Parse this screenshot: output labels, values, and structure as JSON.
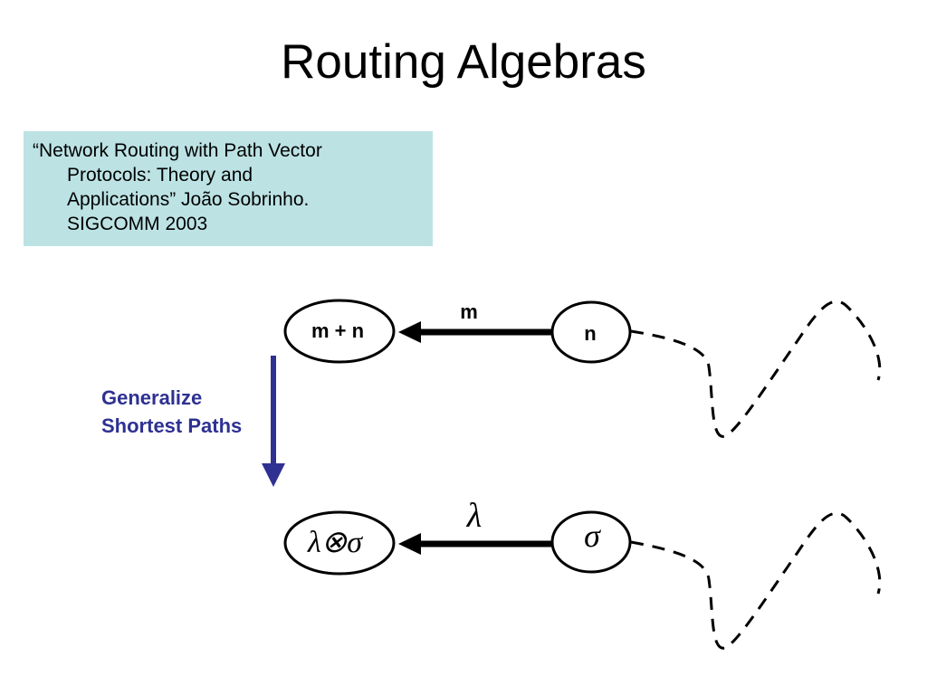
{
  "slide": {
    "title": "Routing Algebras"
  },
  "citation": {
    "lines": [
      "“Network Routing with Path Vector",
      "Protocols: Theory and",
      "Applications” João Sobrinho.",
      "SIGCOMM 2003"
    ]
  },
  "top_diagram": {
    "left_node_label": "m + n",
    "right_node_label": "n",
    "edge_label": "m"
  },
  "generalize": {
    "line1": "Generalize",
    "line2": "Shortest Paths"
  },
  "bottom_diagram": {
    "left_node_label": "λ⊗σ",
    "right_node_label": "σ",
    "edge_label": "λ"
  },
  "colors": {
    "citation_background": "#bce2e4",
    "generalize_color": "#2e3192",
    "line_color": "#000000"
  }
}
